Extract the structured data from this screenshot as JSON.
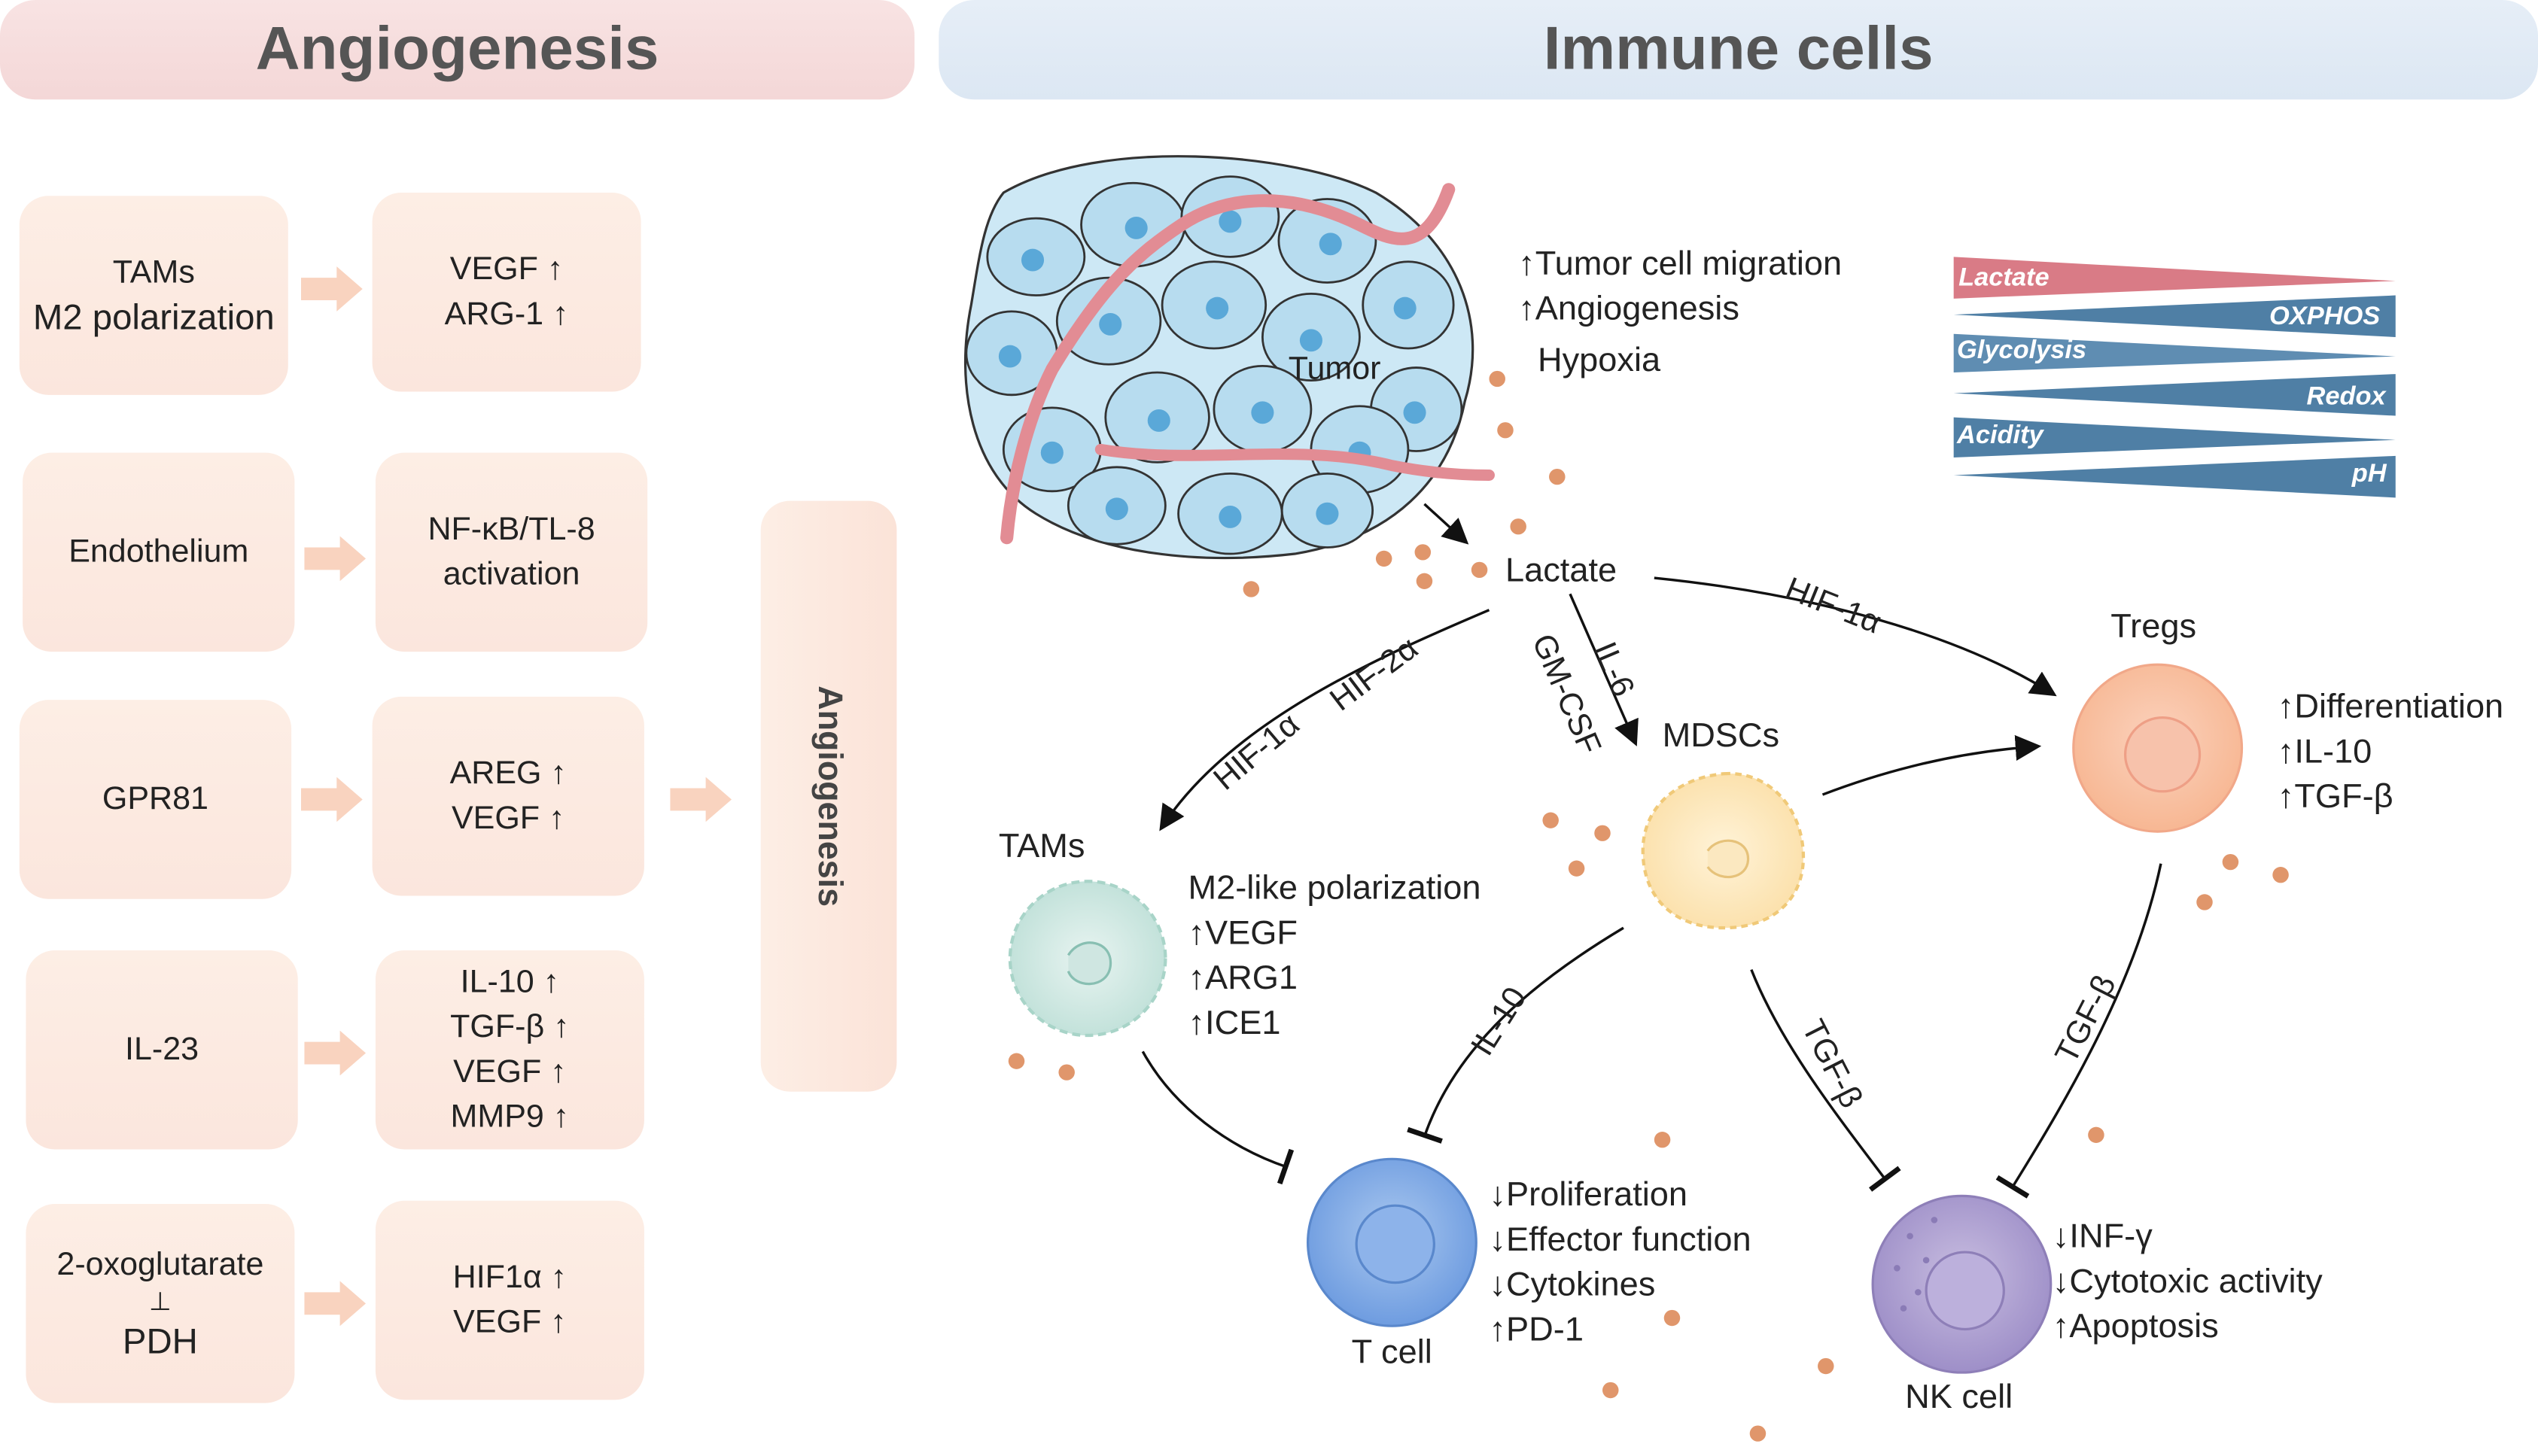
{
  "headers": {
    "left": "Angiogenesis",
    "right": "Immune cells"
  },
  "angiogenesis_rows": [
    {
      "source": [
        "TAMs",
        "M2 polarization"
      ],
      "effects": [
        "VEGF ↑",
        "ARG-1 ↑"
      ]
    },
    {
      "source": [
        "Endothelium"
      ],
      "effects": [
        "NF-κB/TL-8",
        "activation"
      ]
    },
    {
      "source": [
        "GPR81"
      ],
      "effects": [
        "AREG ↑",
        "VEGF ↑"
      ]
    },
    {
      "source": [
        "IL-23"
      ],
      "effects": [
        "IL-10 ↑",
        "TGF-β ↑",
        "VEGF ↑",
        "MMP9 ↑"
      ]
    },
    {
      "source": [
        "2-oxoglutarate",
        "⊥",
        "PDH"
      ],
      "effects": [
        "HIF1α ↑",
        "VEGF ↑"
      ]
    }
  ],
  "angiogenesis_result": "Angiogenesis",
  "tumor": {
    "label": "Tumor",
    "effects": [
      "↑Tumor cell migration",
      "↑Angiogenesis",
      "Hypoxia"
    ]
  },
  "lactate_label": "Lactate",
  "gradient_legend": [
    {
      "label": "Lactate",
      "color": "#d97b86",
      "side": "left"
    },
    {
      "label": "OXPHOS",
      "color": "#4f7fa5",
      "side": "right"
    },
    {
      "label": "Glycolysis",
      "color": "#5f8db2",
      "side": "left"
    },
    {
      "label": "Redox",
      "color": "#4f7fa5",
      "side": "right"
    },
    {
      "label": "Acidity",
      "color": "#4f7fa5",
      "side": "left"
    },
    {
      "label": "pH",
      "color": "#4f7fa5",
      "side": "right"
    }
  ],
  "cells": {
    "tams": {
      "name": "TAMs",
      "effects": [
        "M2-like polarization",
        "↑VEGF",
        "↑ARG1",
        "↑ICE1"
      ]
    },
    "mdscs": {
      "name": "MDSCs"
    },
    "tregs": {
      "name": "Tregs",
      "effects": [
        "↑Differentiation",
        "↑IL-10",
        "↑TGF-β"
      ]
    },
    "tcell": {
      "name": "T cell",
      "effects": [
        "↓Proliferation",
        "↓Effector function",
        "↓Cytokines",
        "↑PD-1"
      ]
    },
    "nkcell": {
      "name": "NK cell",
      "effects": [
        "↓INF-γ",
        "↓Cytotoxic activity",
        "↑Apoptosis"
      ]
    }
  },
  "edge_labels": {
    "lactate_to_tams_a": "HIF-1α",
    "lactate_to_tams_b": "HIF-2α",
    "lactate_to_mdscs_a": "IL-6",
    "lactate_to_mdscs_b": "GM-CSF",
    "lactate_to_tregs": "HIF-1α",
    "mdscs_to_tcell": "IL-10",
    "mdscs_to_nk": "TGF-β",
    "tregs_to_nk": "TGF-β"
  },
  "colors": {
    "box_fill": "#fbe8df",
    "arrow_fill": "#f9d3bf",
    "lactate_dot": "#e0966b",
    "tumor_cell": "#b7dcef",
    "vessel": "#e28c94"
  }
}
